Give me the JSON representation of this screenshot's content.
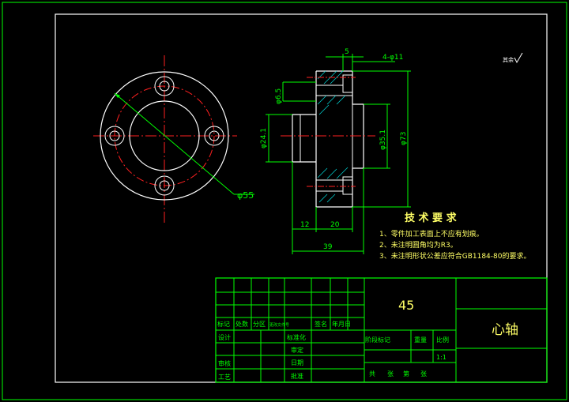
{
  "drawing": {
    "part_name": "心轴",
    "material": "45",
    "scale": "1:1",
    "roughness_symbol": "其余",
    "tech_requirements": {
      "title": "技 术 要 求",
      "items": [
        "1、零件加工表面上不应有划痕。",
        "2、未注明圆角均为R3。",
        "3、未注明形状公差应符合GB1184-80的要求。"
      ]
    },
    "dimensions": {
      "front_dia": "φ55",
      "top_width": "5",
      "hole": "4-φ11",
      "counterbore": "φ6.5",
      "dia_left": "φ24.1",
      "dia_bore": "φ35.1",
      "dia_outer": "φ73",
      "len_12": "12",
      "len_20": "20",
      "len_39": "39"
    },
    "title_block": {
      "col_labels": [
        "标记",
        "处数",
        "分区",
        "更改文件号",
        "签名",
        "年月日"
      ],
      "row_labels": [
        "设计",
        "审核",
        "工艺"
      ],
      "mid_labels": [
        "标准化",
        "批准"
      ],
      "mid_labels2": [
        "审定",
        "日期"
      ],
      "stage_labels": [
        "阶段标记",
        "重量",
        "比例"
      ],
      "sheet_labels": [
        "共",
        "张",
        "第",
        "张"
      ]
    }
  }
}
